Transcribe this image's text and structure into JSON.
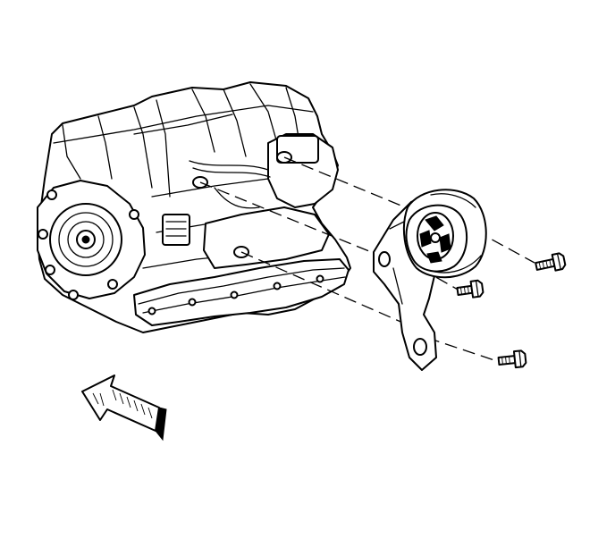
{
  "figure": {
    "components": [
      {
        "id": "transmission",
        "icon": "transmission-case-drawing"
      },
      {
        "id": "mount",
        "icon": "transmission-mount-bracket-drawing"
      },
      {
        "id": "bolt-upper",
        "icon": "hex-bolt-icon"
      },
      {
        "id": "bolt-middle",
        "icon": "hex-bolt-icon"
      },
      {
        "id": "bolt-lower",
        "icon": "hex-bolt-icon"
      },
      {
        "id": "direction",
        "icon": "front-direction-arrow-icon"
      }
    ],
    "colors": {
      "ink": "#000000",
      "paper": "#ffffff"
    }
  }
}
